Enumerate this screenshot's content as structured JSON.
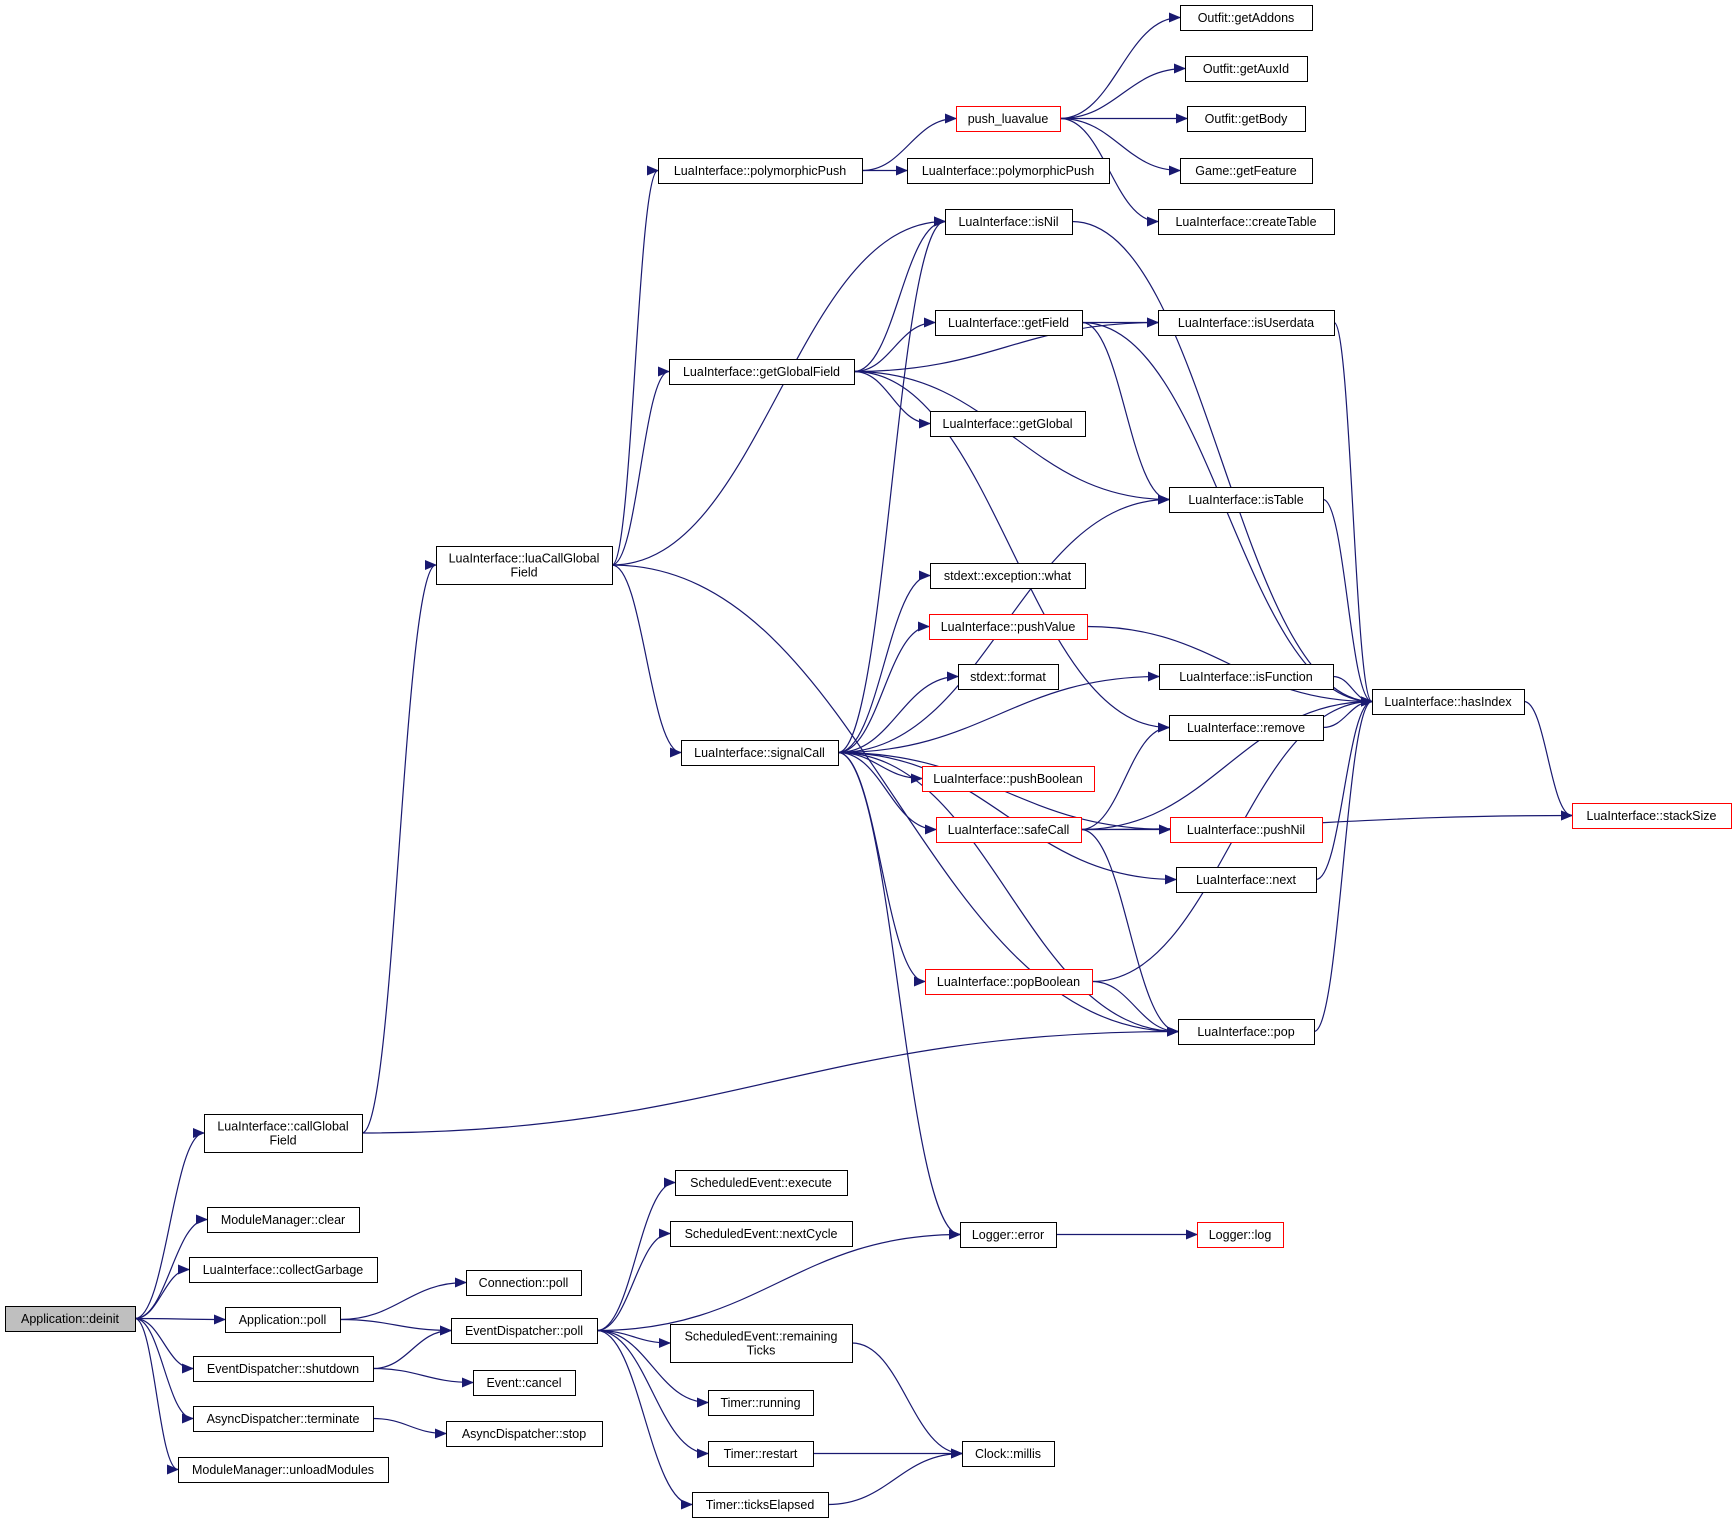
{
  "colors": {
    "edge": "#191970",
    "node_border": "#000000",
    "node_border_incomplete": "#ff0000",
    "root_fill": "#bfbfbf",
    "node_fill": "#ffffff"
  },
  "nodes": [
    {
      "id": "app_deinit",
      "lines": [
        "Application::deinit"
      ],
      "root": true
    },
    {
      "id": "callglobalfield",
      "lines": [
        "LuaInterface::callGlobal",
        "Field"
      ]
    },
    {
      "id": "mm_clear",
      "lines": [
        "ModuleManager::clear"
      ]
    },
    {
      "id": "collectgarbage",
      "lines": [
        "LuaInterface::collectGarbage"
      ]
    },
    {
      "id": "app_poll",
      "lines": [
        "Application::poll"
      ]
    },
    {
      "id": "ed_shutdown",
      "lines": [
        "EventDispatcher::shutdown"
      ]
    },
    {
      "id": "ad_terminate",
      "lines": [
        "AsyncDispatcher::terminate"
      ]
    },
    {
      "id": "mm_unload",
      "lines": [
        "ModuleManager::unloadModules"
      ]
    },
    {
      "id": "luacallglobalfield",
      "lines": [
        "LuaInterface::luaCallGlobal",
        "Field"
      ]
    },
    {
      "id": "conn_poll",
      "lines": [
        "Connection::poll"
      ]
    },
    {
      "id": "ed_poll",
      "lines": [
        "EventDispatcher::poll"
      ]
    },
    {
      "id": "event_cancel",
      "lines": [
        "Event::cancel"
      ]
    },
    {
      "id": "ad_stop",
      "lines": [
        "AsyncDispatcher::stop"
      ]
    },
    {
      "id": "polypush1",
      "lines": [
        "LuaInterface::polymorphicPush"
      ]
    },
    {
      "id": "getglobalfield",
      "lines": [
        "LuaInterface::getGlobalField"
      ]
    },
    {
      "id": "signalcall",
      "lines": [
        "LuaInterface::signalCall"
      ]
    },
    {
      "id": "se_execute",
      "lines": [
        "ScheduledEvent::execute"
      ]
    },
    {
      "id": "se_nextcycle",
      "lines": [
        "ScheduledEvent::nextCycle"
      ]
    },
    {
      "id": "se_remaining",
      "lines": [
        "ScheduledEvent::remaining",
        "Ticks"
      ]
    },
    {
      "id": "timer_running",
      "lines": [
        "Timer::running"
      ]
    },
    {
      "id": "timer_restart",
      "lines": [
        "Timer::restart"
      ]
    },
    {
      "id": "timer_ticks",
      "lines": [
        "Timer::ticksElapsed"
      ]
    },
    {
      "id": "push_luavalue",
      "lines": [
        "push_luavalue"
      ],
      "incomplete": true
    },
    {
      "id": "polypush2",
      "lines": [
        "LuaInterface::polymorphicPush"
      ]
    },
    {
      "id": "isnil",
      "lines": [
        "LuaInterface::isNil"
      ]
    },
    {
      "id": "getfield",
      "lines": [
        "LuaInterface::getField"
      ]
    },
    {
      "id": "getglobal",
      "lines": [
        "LuaInterface::getGlobal"
      ]
    },
    {
      "id": "exc_what",
      "lines": [
        "stdext::exception::what"
      ]
    },
    {
      "id": "pushvalue",
      "lines": [
        "LuaInterface::pushValue"
      ],
      "incomplete": true
    },
    {
      "id": "stdext_format",
      "lines": [
        "stdext::format"
      ]
    },
    {
      "id": "pushboolean",
      "lines": [
        "LuaInterface::pushBoolean"
      ],
      "incomplete": true
    },
    {
      "id": "safecall",
      "lines": [
        "LuaInterface::safeCall"
      ],
      "incomplete": true
    },
    {
      "id": "popboolean",
      "lines": [
        "LuaInterface::popBoolean"
      ],
      "incomplete": true
    },
    {
      "id": "logger_error",
      "lines": [
        "Logger::error"
      ]
    },
    {
      "id": "clock_millis",
      "lines": [
        "Clock::millis"
      ]
    },
    {
      "id": "outfit_addons",
      "lines": [
        "Outfit::getAddons"
      ]
    },
    {
      "id": "outfit_auxid",
      "lines": [
        "Outfit::getAuxId"
      ]
    },
    {
      "id": "outfit_body",
      "lines": [
        "Outfit::getBody"
      ]
    },
    {
      "id": "game_feature",
      "lines": [
        "Game::getFeature"
      ]
    },
    {
      "id": "createtable",
      "lines": [
        "LuaInterface::createTable"
      ]
    },
    {
      "id": "isuserdata",
      "lines": [
        "LuaInterface::isUserdata"
      ]
    },
    {
      "id": "istable",
      "lines": [
        "LuaInterface::isTable"
      ]
    },
    {
      "id": "isfunction",
      "lines": [
        "LuaInterface::isFunction"
      ]
    },
    {
      "id": "remove",
      "lines": [
        "LuaInterface::remove"
      ]
    },
    {
      "id": "pushnil",
      "lines": [
        "LuaInterface::pushNil"
      ],
      "incomplete": true
    },
    {
      "id": "next",
      "lines": [
        "LuaInterface::next"
      ]
    },
    {
      "id": "pop",
      "lines": [
        "LuaInterface::pop"
      ]
    },
    {
      "id": "logger_log",
      "lines": [
        "Logger::log"
      ],
      "incomplete": true
    },
    {
      "id": "hasindex",
      "lines": [
        "LuaInterface::hasIndex"
      ]
    },
    {
      "id": "stacksize",
      "lines": [
        "LuaInterface::stackSize"
      ],
      "incomplete": true
    }
  ],
  "edges": [
    [
      "app_deinit",
      "callglobalfield"
    ],
    [
      "app_deinit",
      "mm_clear"
    ],
    [
      "app_deinit",
      "collectgarbage"
    ],
    [
      "app_deinit",
      "app_poll"
    ],
    [
      "app_deinit",
      "ed_shutdown"
    ],
    [
      "app_deinit",
      "ad_terminate"
    ],
    [
      "app_deinit",
      "mm_unload"
    ],
    [
      "callglobalfield",
      "luacallglobalfield"
    ],
    [
      "callglobalfield",
      "pop"
    ],
    [
      "app_poll",
      "conn_poll"
    ],
    [
      "app_poll",
      "ed_poll"
    ],
    [
      "ed_shutdown",
      "ed_poll"
    ],
    [
      "ed_shutdown",
      "event_cancel"
    ],
    [
      "ad_terminate",
      "ad_stop"
    ],
    [
      "luacallglobalfield",
      "polypush1"
    ],
    [
      "luacallglobalfield",
      "isnil"
    ],
    [
      "luacallglobalfield",
      "getglobalfield"
    ],
    [
      "luacallglobalfield",
      "signalcall"
    ],
    [
      "luacallglobalfield",
      "pop"
    ],
    [
      "polypush1",
      "push_luavalue"
    ],
    [
      "polypush1",
      "polypush2"
    ],
    [
      "push_luavalue",
      "outfit_addons"
    ],
    [
      "push_luavalue",
      "outfit_auxid"
    ],
    [
      "push_luavalue",
      "outfit_body"
    ],
    [
      "push_luavalue",
      "game_feature"
    ],
    [
      "push_luavalue",
      "createtable"
    ],
    [
      "getglobalfield",
      "isnil"
    ],
    [
      "getglobalfield",
      "getfield"
    ],
    [
      "getglobalfield",
      "isuserdata"
    ],
    [
      "getglobalfield",
      "getglobal"
    ],
    [
      "getglobalfield",
      "istable"
    ],
    [
      "getglobalfield",
      "remove"
    ],
    [
      "getfield",
      "isuserdata"
    ],
    [
      "getfield",
      "istable"
    ],
    [
      "getfield",
      "hasindex"
    ],
    [
      "isnil",
      "hasindex"
    ],
    [
      "isuserdata",
      "hasindex"
    ],
    [
      "istable",
      "hasindex"
    ],
    [
      "signalcall",
      "isnil"
    ],
    [
      "signalcall",
      "istable"
    ],
    [
      "signalcall",
      "exc_what"
    ],
    [
      "signalcall",
      "pushvalue"
    ],
    [
      "signalcall",
      "stdext_format"
    ],
    [
      "signalcall",
      "isfunction"
    ],
    [
      "signalcall",
      "pushboolean"
    ],
    [
      "signalcall",
      "safecall"
    ],
    [
      "signalcall",
      "pushnil"
    ],
    [
      "signalcall",
      "next"
    ],
    [
      "signalcall",
      "popboolean"
    ],
    [
      "signalcall",
      "pop"
    ],
    [
      "signalcall",
      "logger_error"
    ],
    [
      "pushvalue",
      "hasindex"
    ],
    [
      "isfunction",
      "hasindex"
    ],
    [
      "remove",
      "hasindex"
    ],
    [
      "safecall",
      "remove"
    ],
    [
      "safecall",
      "hasindex"
    ],
    [
      "safecall",
      "pushnil"
    ],
    [
      "safecall",
      "stacksize"
    ],
    [
      "safecall",
      "pop"
    ],
    [
      "next",
      "hasindex"
    ],
    [
      "popboolean",
      "hasindex"
    ],
    [
      "popboolean",
      "pop"
    ],
    [
      "pop",
      "hasindex"
    ],
    [
      "hasindex",
      "stacksize"
    ],
    [
      "ed_poll",
      "se_execute"
    ],
    [
      "ed_poll",
      "se_nextcycle"
    ],
    [
      "ed_poll",
      "logger_error"
    ],
    [
      "ed_poll",
      "se_remaining"
    ],
    [
      "ed_poll",
      "timer_running"
    ],
    [
      "ed_poll",
      "timer_restart"
    ],
    [
      "ed_poll",
      "timer_ticks"
    ],
    [
      "se_remaining",
      "clock_millis"
    ],
    [
      "timer_restart",
      "clock_millis"
    ],
    [
      "timer_ticks",
      "clock_millis"
    ],
    [
      "logger_error",
      "logger_log"
    ]
  ]
}
